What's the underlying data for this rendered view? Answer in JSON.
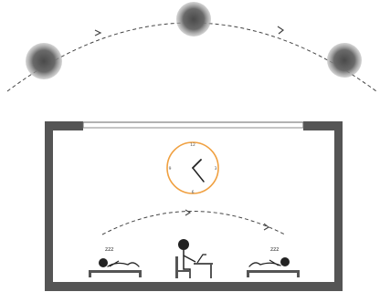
{
  "sky": {
    "bodies": 3
  },
  "clock": {
    "numerals": {
      "top": "12",
      "right": "3",
      "bottom": "6",
      "left": "9"
    },
    "ring_color": "#f0a040"
  },
  "sleeper_left": {
    "zz": "zzz"
  },
  "sleeper_right": {
    "zz": "zzz"
  },
  "colors": {
    "wall": "#555555",
    "path": "#444444"
  }
}
